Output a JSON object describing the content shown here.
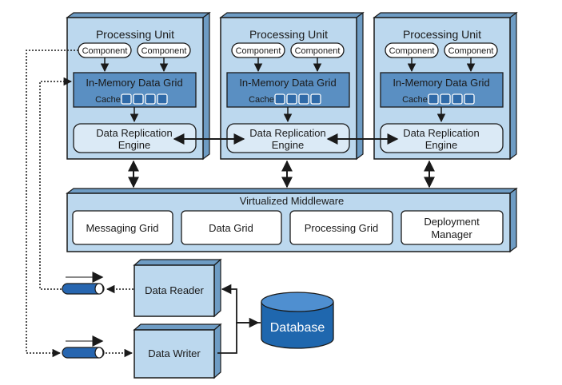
{
  "processing_unit": {
    "title": "Processing Unit",
    "component_label": "Component",
    "imdg_title": "In-Memory Data Grid",
    "cache_label": "Cache",
    "replication_line1": "Data Replication",
    "replication_line2": "Engine"
  },
  "middleware": {
    "title": "Virtualized Middleware",
    "messaging_grid": "Messaging Grid",
    "data_grid": "Data Grid",
    "processing_grid": "Processing Grid",
    "deployment_line1": "Deployment",
    "deployment_line2": "Manager"
  },
  "data_reader": "Data Reader",
  "data_writer": "Data Writer",
  "database": "Database",
  "colors": {
    "box_fill": "#bcd8ee",
    "box_dark": "#6e9cc4",
    "imdg_fill": "#5a8fc2",
    "cache_fill": "#2f6aa8",
    "db_fill": "#1f67ae",
    "db_top": "#4f8fd0",
    "pipe_fill": "#2766b0",
    "stroke": "#1a1a1a"
  }
}
